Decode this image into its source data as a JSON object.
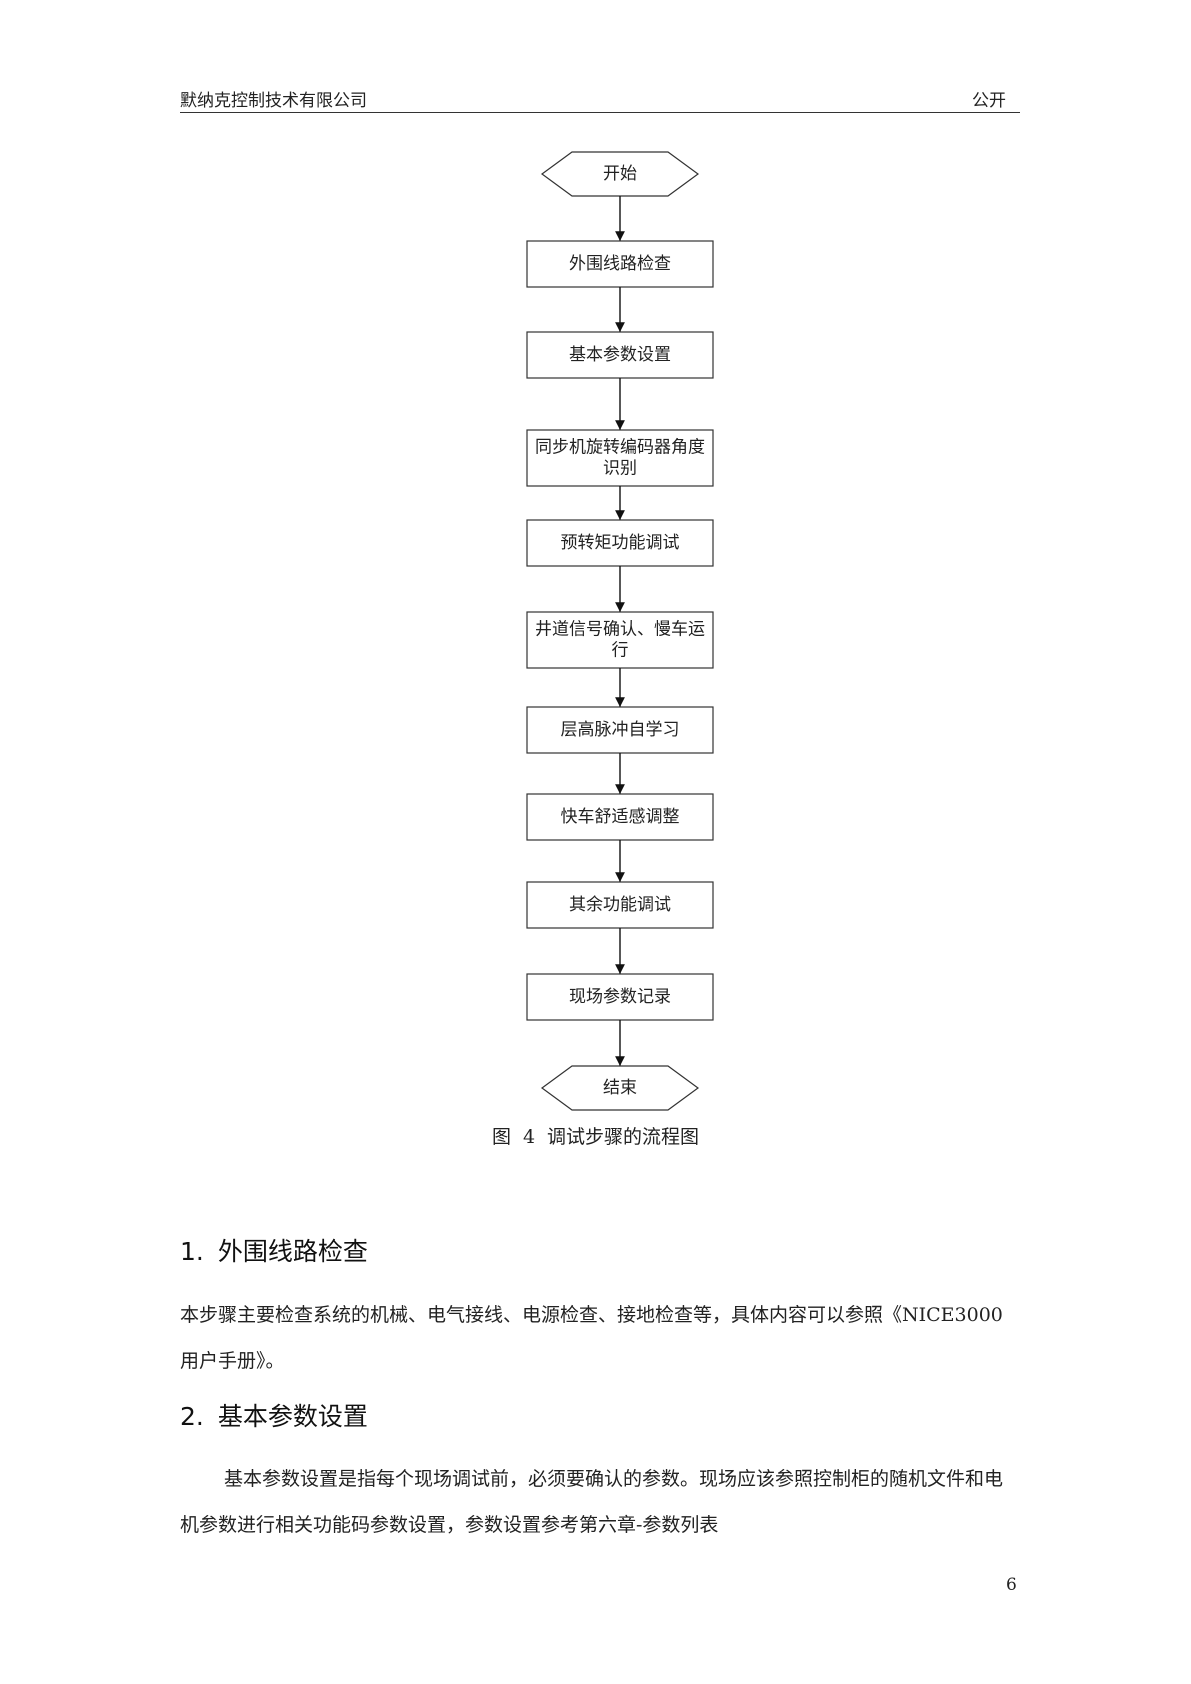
{
  "header": {
    "company": "默纳克控制技术有限公司",
    "classification": "公开"
  },
  "flowchart": {
    "start": "开始",
    "steps": [
      [
        "外围线路检查"
      ],
      [
        "基本参数设置"
      ],
      [
        "同步机旋转编码器角度",
        "识别"
      ],
      [
        "预转矩功能调试"
      ],
      [
        "井道信号确认、慢车运",
        "行"
      ],
      [
        "层高脉冲自学习"
      ],
      [
        "快车舒适感调整"
      ],
      [
        "其余功能调试"
      ],
      [
        "现场参数记录"
      ]
    ],
    "end": "结束"
  },
  "figure_caption": {
    "label": "图",
    "number": "4",
    "text": "调试步骤的流程图"
  },
  "sections": [
    {
      "number": "1.",
      "title": "外围线路检查",
      "body": "本步骤主要检查系统的机械、电气接线、电源检查、接地检查等，具体内容可以参照《NICE3000 用户手册》。"
    },
    {
      "number": "2.",
      "title": "基本参数设置",
      "body": "基本参数设置是指每个现场调试前，必须要确认的参数。现场应该参照控制柜的随机文件和电机参数进行相关功能码参数设置，参数设置参考第六章-参数列表"
    }
  ],
  "page_number": "6"
}
